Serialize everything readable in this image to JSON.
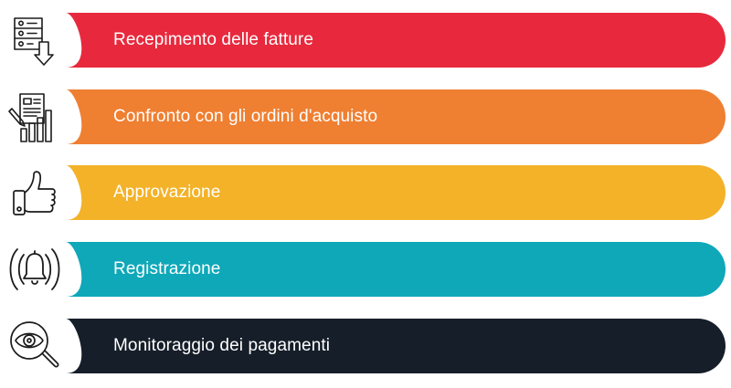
{
  "steps": [
    {
      "label": "Recepimento delle fatture",
      "color": "#e8293d",
      "icon": "invoice-receipt-icon"
    },
    {
      "label": "Confronto con gli ordini d'acquisto",
      "color": "#ef7f31",
      "icon": "document-chart-icon"
    },
    {
      "label": "Approvazione",
      "color": "#f3b228",
      "icon": "thumbs-up-icon"
    },
    {
      "label": "Registrazione",
      "color": "#0ea8b9",
      "icon": "bell-alert-icon"
    },
    {
      "label": "Monitoraggio dei pagamenti",
      "color": "#161e29",
      "icon": "eye-magnifier-icon"
    }
  ]
}
